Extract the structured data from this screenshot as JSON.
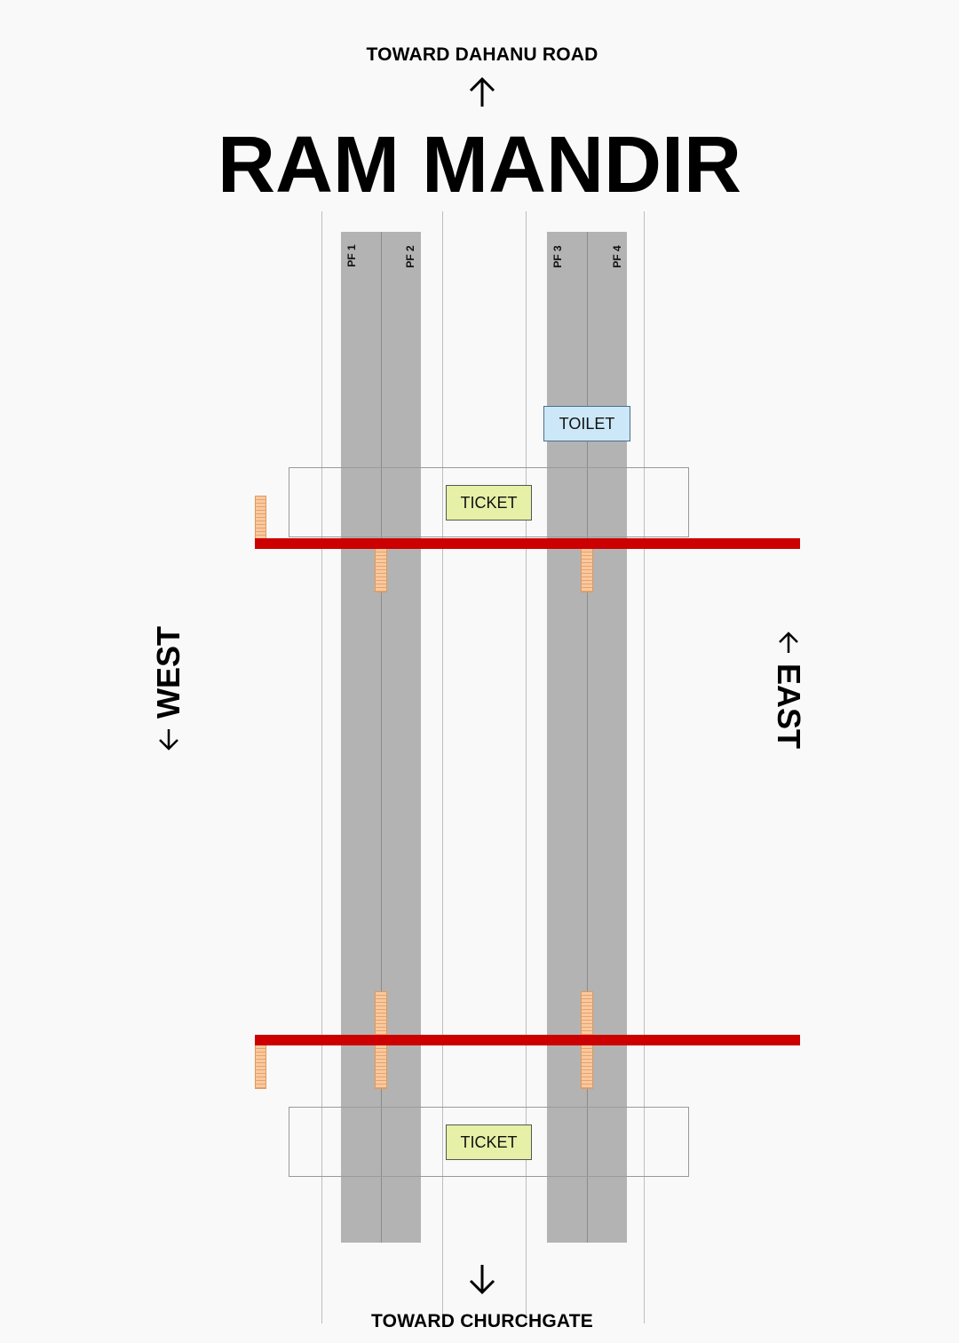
{
  "header": {
    "north_label": "TOWARD DAHANU ROAD",
    "north_arrow_icon": "arrow-up-icon",
    "station_name": "RAM MANDIR"
  },
  "footer": {
    "south_label": "TOWARD CHURCHGATE",
    "south_arrow_icon": "arrow-down-icon"
  },
  "sides": {
    "west_label": "WEST",
    "east_label": "EAST",
    "arrow_icon": "arrow-icon"
  },
  "platforms": [
    {
      "label": "PF 1"
    },
    {
      "label": "PF 2"
    },
    {
      "label": "PF 3"
    },
    {
      "label": "PF 4"
    }
  ],
  "facilities": {
    "toilet": "TOILET",
    "ticket_north": "TICKET",
    "ticket_south": "TICKET"
  },
  "colors": {
    "background": "#f9f9f9",
    "platform": "#b3b3b3",
    "footbridge": "#cc0000",
    "stairs": "#f9c9a0",
    "ticket": "#e6f0a6",
    "toilet": "#cce8f8"
  }
}
